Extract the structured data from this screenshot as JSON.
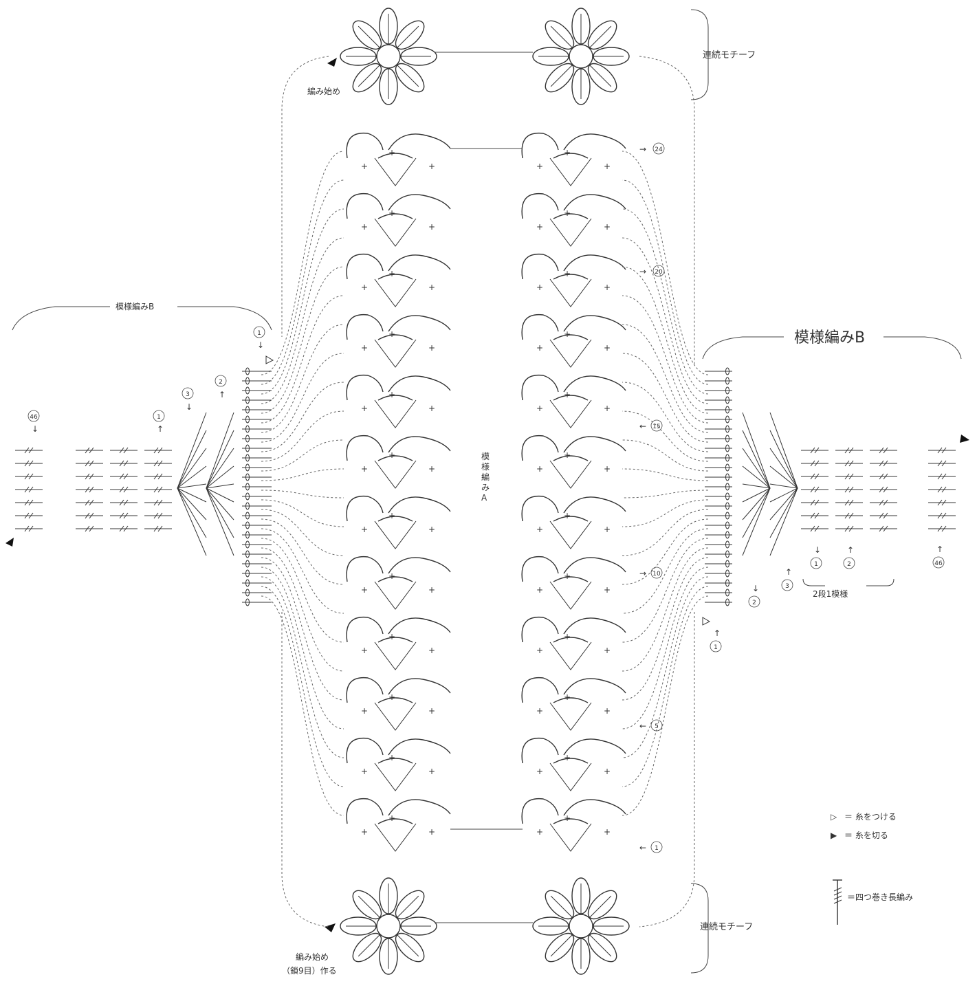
{
  "labels": {
    "continuous_motif": "連続モチーフ",
    "pattern_b": "模様編みB",
    "pattern_a": "模様編み A",
    "start_top": "編み始め",
    "start_bottom_1": "編み始め",
    "start_bottom_2": "（鎖9目）作る",
    "two_row_repeat": "2段1模様"
  },
  "row_markers": {
    "right_column": [
      "24",
      "20",
      "15",
      "10",
      "5",
      "1"
    ],
    "left_sleeve": [
      "46",
      "1",
      "3",
      "2",
      "1"
    ],
    "right_sleeve": [
      "1",
      "2",
      "3",
      "1",
      "2",
      "46"
    ]
  },
  "legend": [
    {
      "symbol": "▷",
      "text": "＝ 糸をつける"
    },
    {
      "symbol": "▶",
      "text": "＝ 糸を切る"
    },
    {
      "symbol": "treble",
      "text": "＝四つ巻き長編み"
    }
  ]
}
